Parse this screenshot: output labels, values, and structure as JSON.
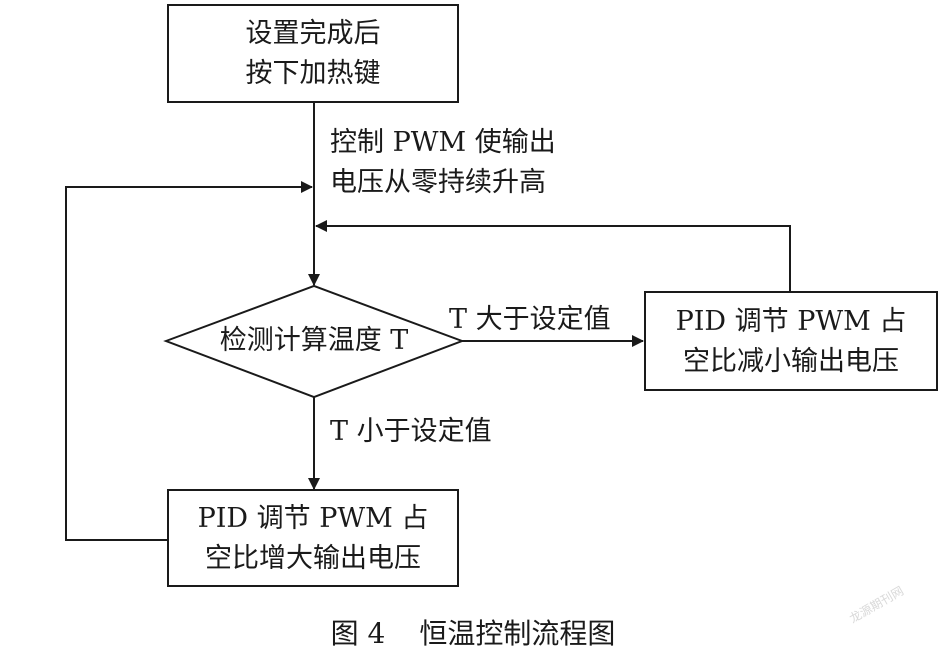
{
  "nodes": {
    "start": [
      "设置完成后",
      "按下加热键"
    ],
    "detect": "检测计算温度 T",
    "decrease": [
      "PID 调节 PWM 占",
      "空比减小输出电压"
    ],
    "increase": [
      "PID 调节 PWM 占",
      "空比增大输出电压"
    ]
  },
  "edges": {
    "start_to_detect": [
      "控制 PWM 使输出",
      "电压从零持续升高"
    ],
    "greater": "T 大于设定值",
    "less": "T 小于设定值"
  },
  "caption": {
    "figure": "图 4",
    "title": "恒温控制流程图"
  },
  "watermark": "龙源期刊网",
  "colors": {
    "line": "#1a1a1a",
    "background": "#ffffff"
  }
}
